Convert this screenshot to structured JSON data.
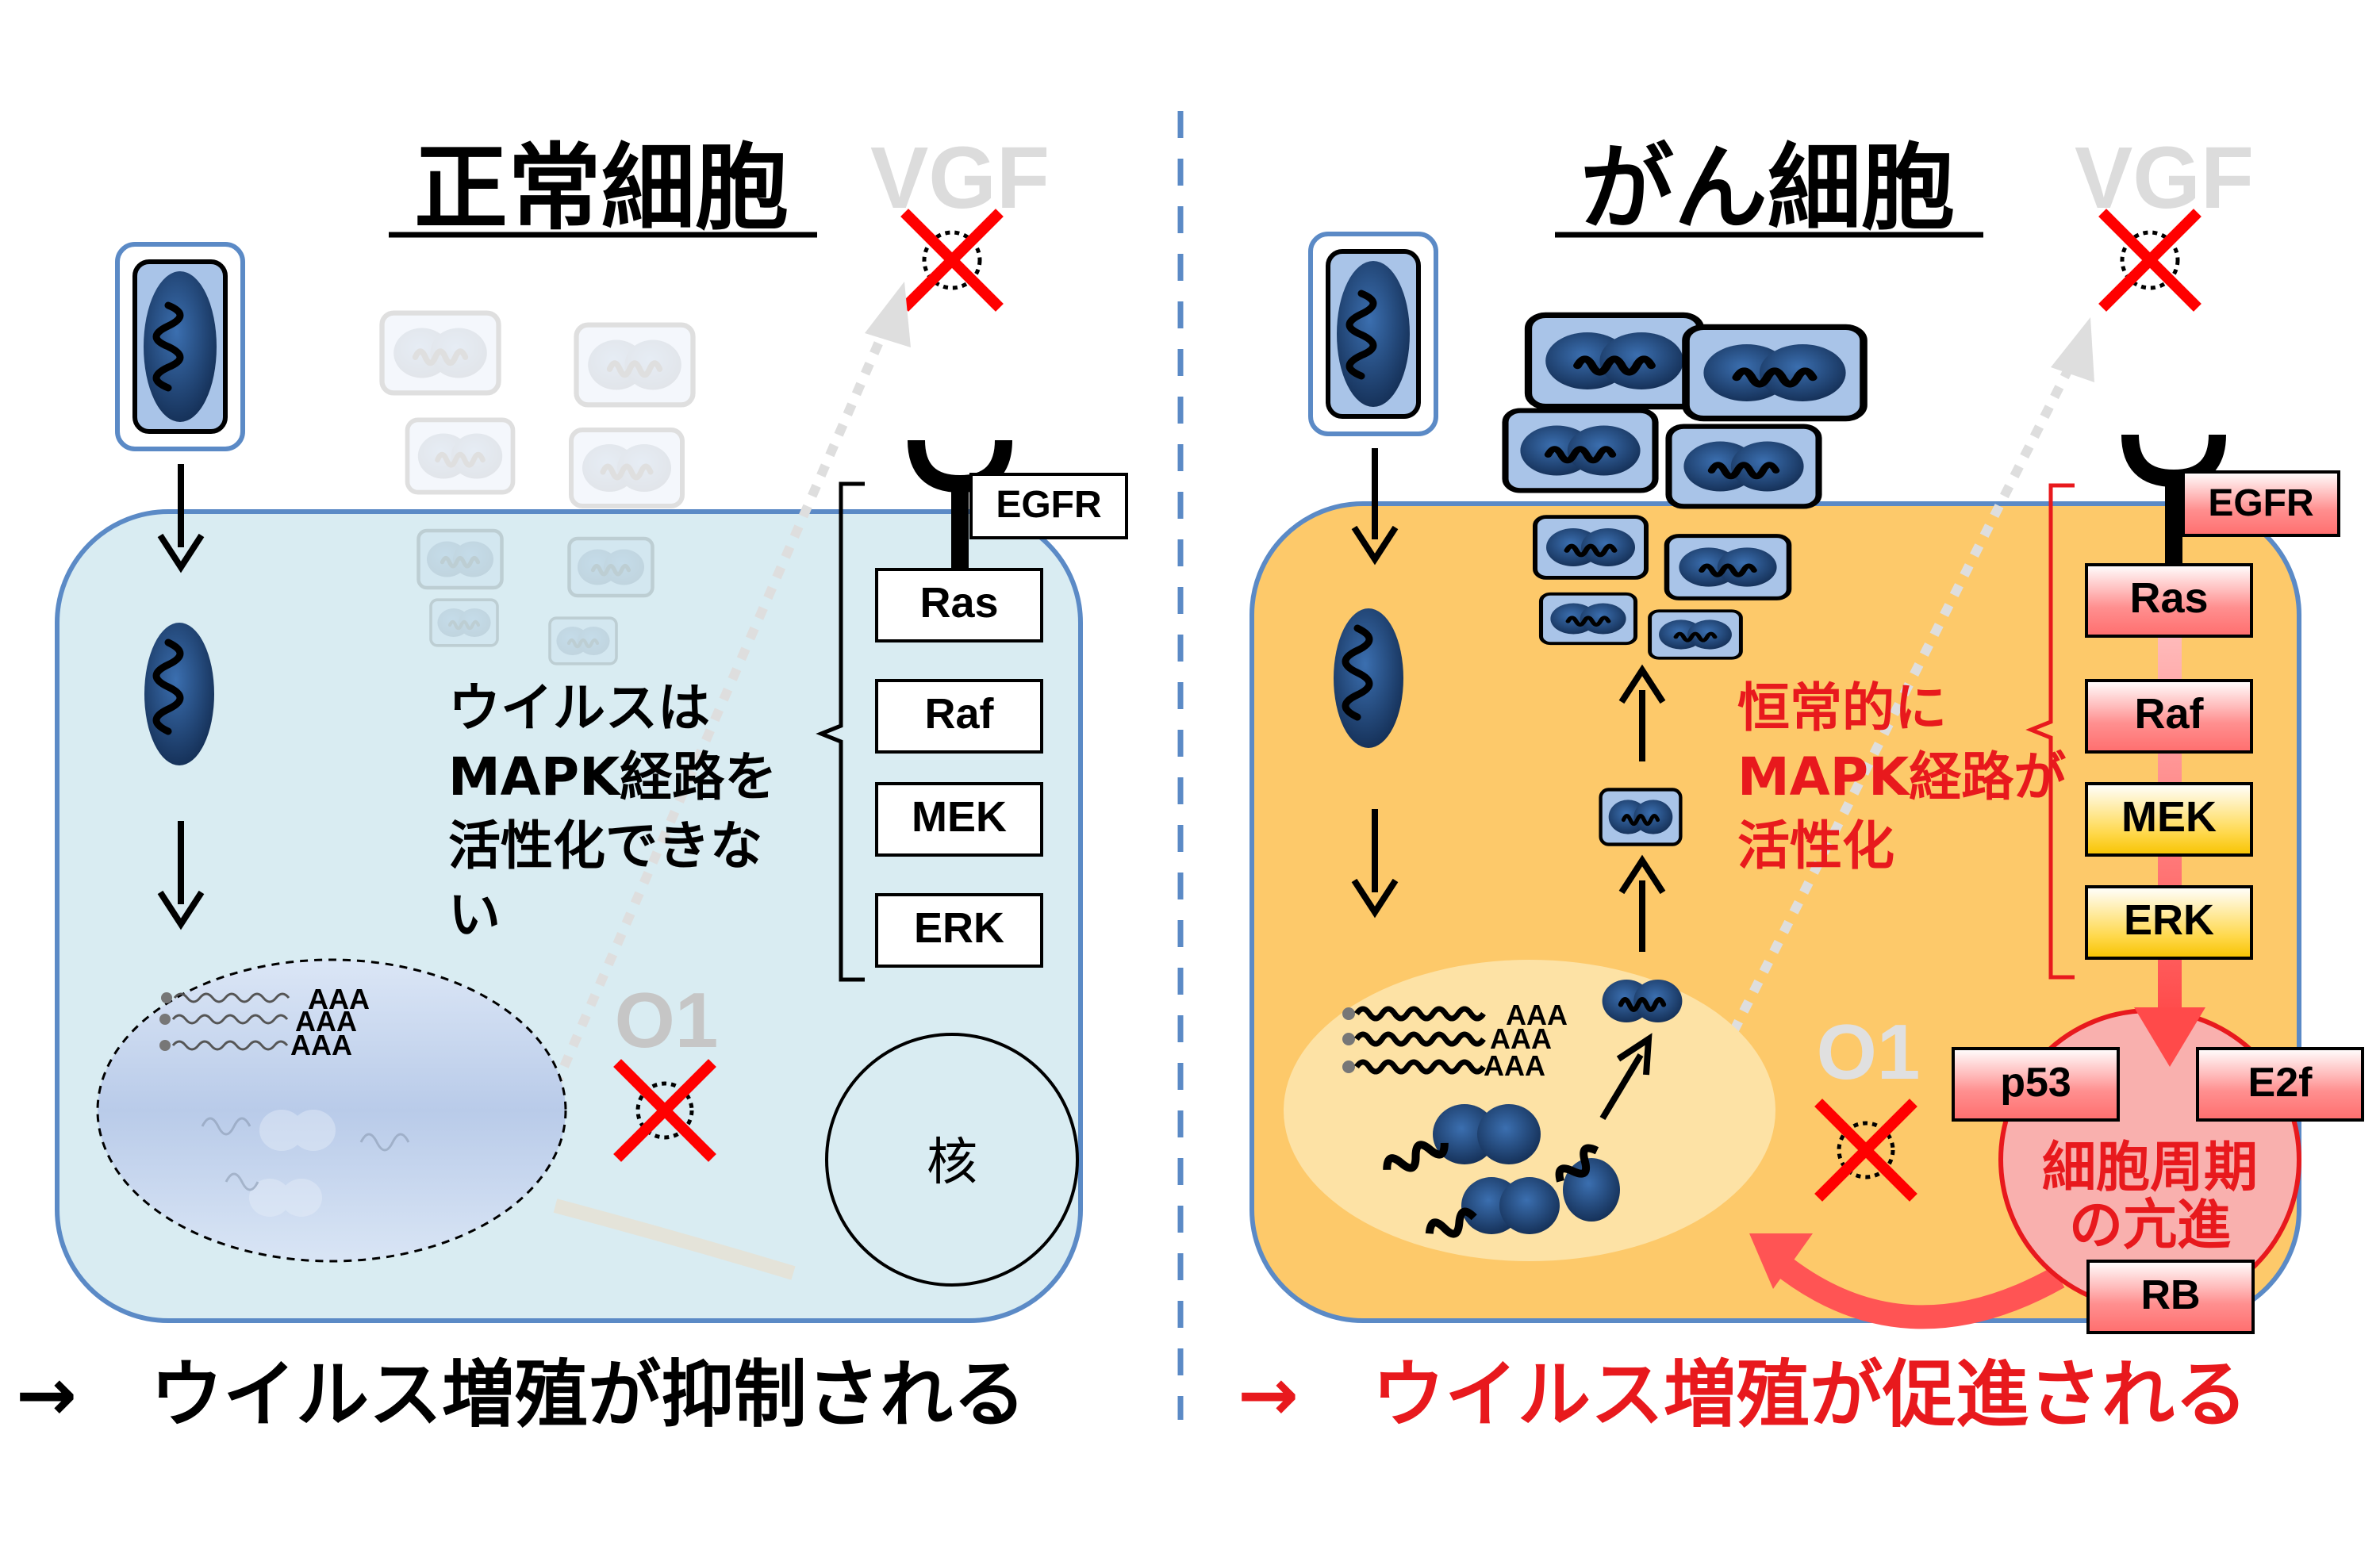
{
  "normal": {
    "title": "正常細胞",
    "vgf": "VGF",
    "o1": "O1",
    "nucleus": "核",
    "receptor": "EGFR",
    "cascade": [
      "Ras",
      "Raf",
      "MEK",
      "ERK"
    ],
    "note": [
      "ウイルスは",
      "MAPK経路を",
      "活性化できな",
      "い"
    ],
    "polya": [
      "AAA",
      "AAA",
      "AAA"
    ],
    "conclusion": "→　ウイルス増殖が抑制される"
  },
  "cancer": {
    "title": "がん細胞",
    "vgf": "VGF",
    "o1": "O1",
    "receptor": "EGFR",
    "cascade": [
      "Ras",
      "Raf",
      "MEK",
      "ERK"
    ],
    "note": [
      "恒常的に",
      "MAPK経路が",
      "活性化"
    ],
    "polya": [
      "AAA",
      "AAA",
      "AAA"
    ],
    "p53": "p53",
    "e2f": "E2f",
    "rb": "RB",
    "cellcycle": [
      "細胞周期",
      "の亢進"
    ],
    "conclusion": "→　ウイルス増殖が促進される"
  },
  "colors": {
    "normal_cell": "#d9ecf2",
    "cancer_cell": "#fdc96a",
    "cell_border": "#5b8ac6",
    "virus": "#1f3d6a",
    "active_red": "#e8191d",
    "divider": "#5b8ac6"
  }
}
